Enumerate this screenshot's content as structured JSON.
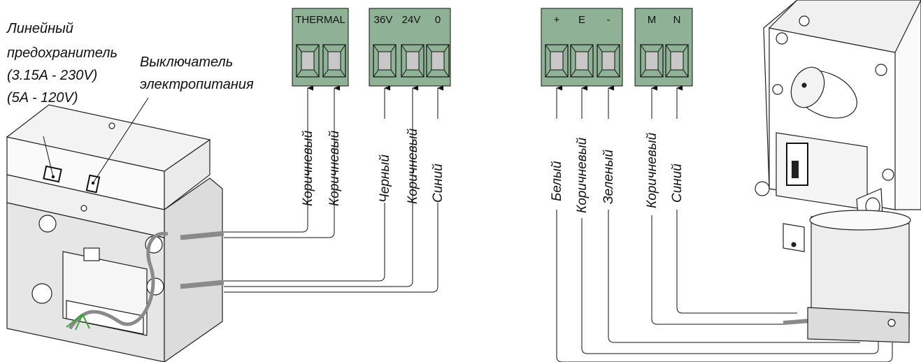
{
  "callouts": {
    "fuse": [
      "Линейный",
      "предохранитель",
      "(3.15A - 230V)",
      "(5A - 120V)"
    ],
    "switch": [
      "Выключатель",
      "электропитания"
    ]
  },
  "blocks": {
    "thermal": {
      "header": "THERMAL",
      "wires": [
        "Коричневый",
        "Коричневый"
      ]
    },
    "supply": {
      "terminals": [
        "36V",
        "24V",
        "0"
      ],
      "wires": [
        "Черный",
        "Коричневый",
        "Синий"
      ]
    },
    "encoder": {
      "terminals": [
        "+",
        "E",
        "-"
      ],
      "wires": [
        "Белый",
        "Коричневый",
        "Зеленый"
      ]
    },
    "motor": {
      "terminals": [
        "M",
        "N"
      ],
      "wires": [
        "Коричневый",
        "Синий"
      ]
    }
  },
  "colors": {
    "terminal_green": "#8fb196",
    "screw_gray": "#c8c8c8",
    "cable_gray": "#8a8a8a",
    "line": "#111111",
    "housing_fill": "#e6e6e6",
    "green_wire": "#3aa635"
  }
}
